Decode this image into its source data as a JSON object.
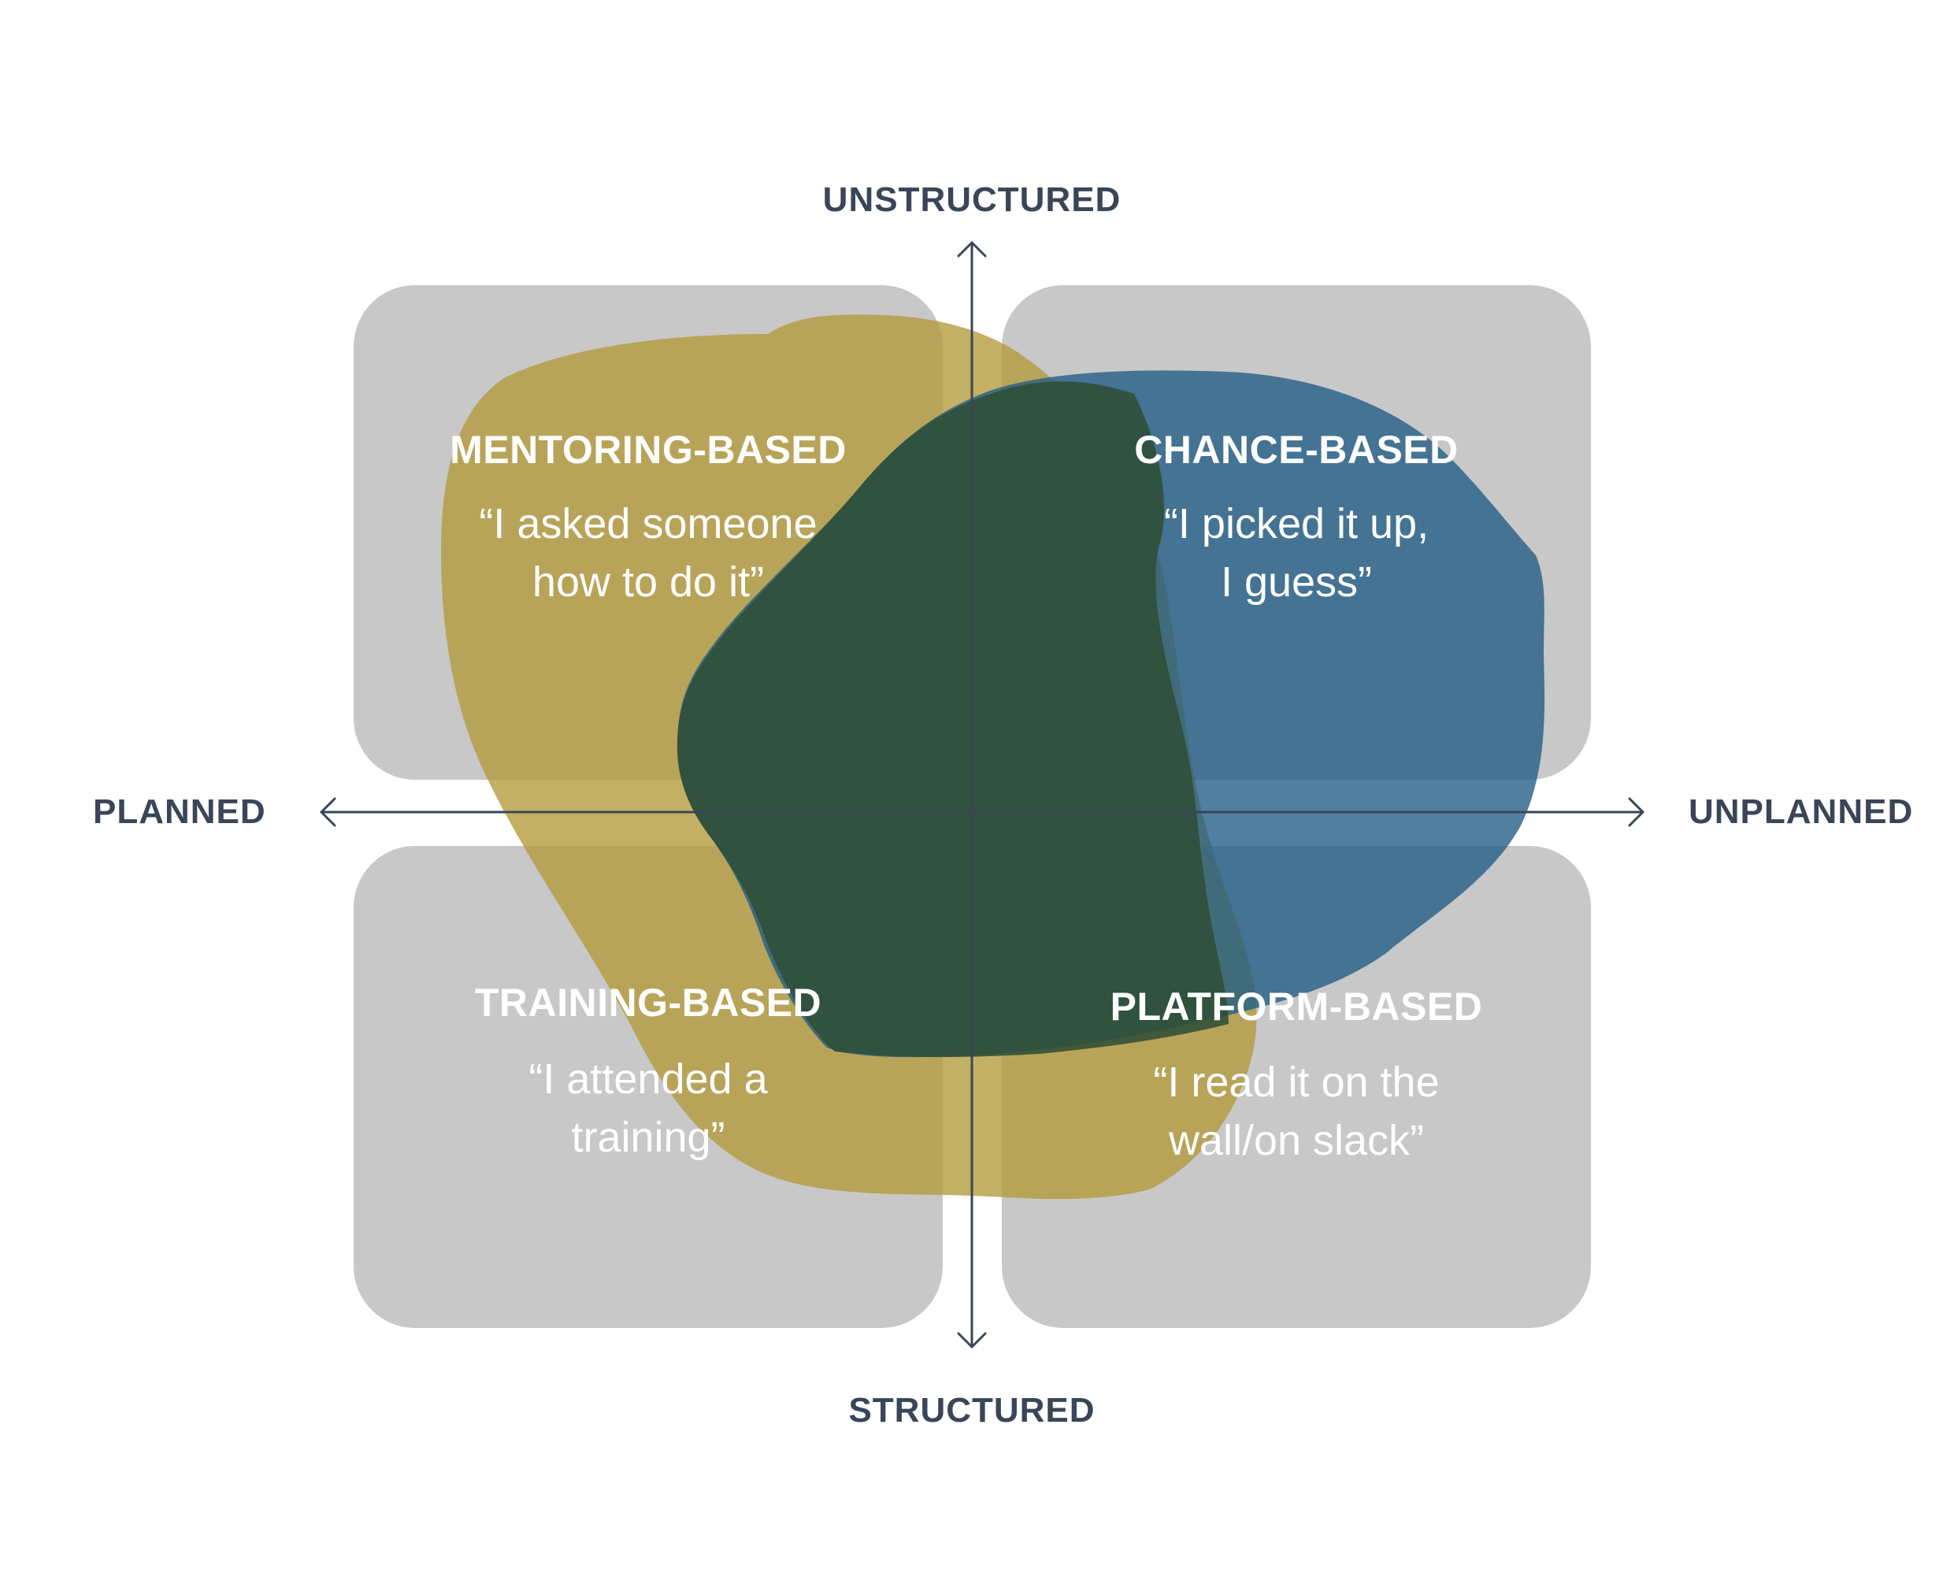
{
  "axes": {
    "top": "UNSTRUCTURED",
    "bottom": "STRUCTURED",
    "left": "PLANNED",
    "right": "UNPLANNED"
  },
  "quadrants": {
    "top_left": {
      "title": "MENTORING-BASED",
      "quote_line1": "“I asked someone",
      "quote_line2": "how to do it”"
    },
    "top_right": {
      "title": "CHANCE-BASED",
      "quote_line1": "“I picked it up,",
      "quote_line2": "I guess”"
    },
    "bottom_left": {
      "title": "TRAINING-BASED",
      "quote_line1": "“I attended a",
      "quote_line2": "training”"
    },
    "bottom_right": {
      "title": "PLATFORM-BASED",
      "quote_line1": "“I read it on the",
      "quote_line2": "wall/on slack”"
    }
  },
  "colors": {
    "quadrant_box": "#c8c8c8",
    "gold_blob": "#b39a3a",
    "blue_blob": "#1f5b84",
    "green_blob": "#2d4f35",
    "axis_line": "#3a4558",
    "label_text": "#3a4558",
    "quadrant_text": "#ffffff"
  }
}
